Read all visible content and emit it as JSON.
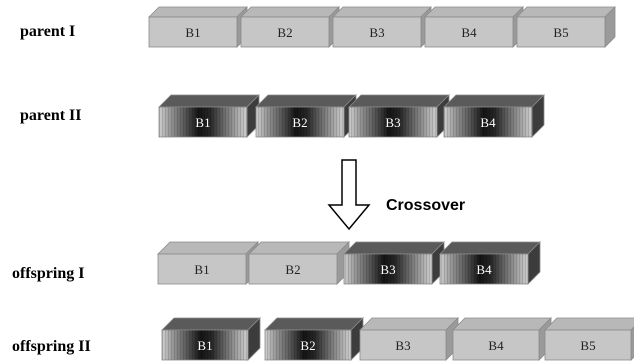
{
  "rows": [
    {
      "id": "parent-1",
      "label": "parent I",
      "blocks": [
        {
          "label": "B1",
          "style": "light"
        },
        {
          "label": "B2",
          "style": "light"
        },
        {
          "label": "B3",
          "style": "light"
        },
        {
          "label": "B4",
          "style": "light"
        },
        {
          "label": "B5",
          "style": "light"
        }
      ]
    },
    {
      "id": "parent-2",
      "label": "parent II",
      "blocks": [
        {
          "label": "B1",
          "style": "dark"
        },
        {
          "label": "B2",
          "style": "dark"
        },
        {
          "label": "B3",
          "style": "dark"
        },
        {
          "label": "B4",
          "style": "dark"
        }
      ]
    },
    {
      "id": "offspring-1",
      "label": "offspring I",
      "blocks": [
        {
          "label": "B1",
          "style": "light"
        },
        {
          "label": "B2",
          "style": "light"
        },
        {
          "label": "B3",
          "style": "dark"
        },
        {
          "label": "B4",
          "style": "dark"
        }
      ]
    },
    {
      "id": "offspring-2",
      "label": "offspring II",
      "blocks": [
        {
          "label": "B1",
          "style": "dark"
        },
        {
          "label": "B2",
          "style": "dark"
        },
        {
          "label": "B3",
          "style": "light"
        },
        {
          "label": "B4",
          "style": "light"
        },
        {
          "label": "B5",
          "style": "light"
        }
      ]
    }
  ],
  "arrow": {
    "label": "Crossover"
  },
  "colors": {
    "light_top": "#b8b8b8",
    "light_front": "#c6c6c6",
    "light_side": "#9a9a9a",
    "light_text": "#222222",
    "dark_top": "#5a5a5a",
    "dark_side": "#3c3c3c",
    "dark_text": "#ffffff",
    "outline": "#8a8a8a"
  }
}
